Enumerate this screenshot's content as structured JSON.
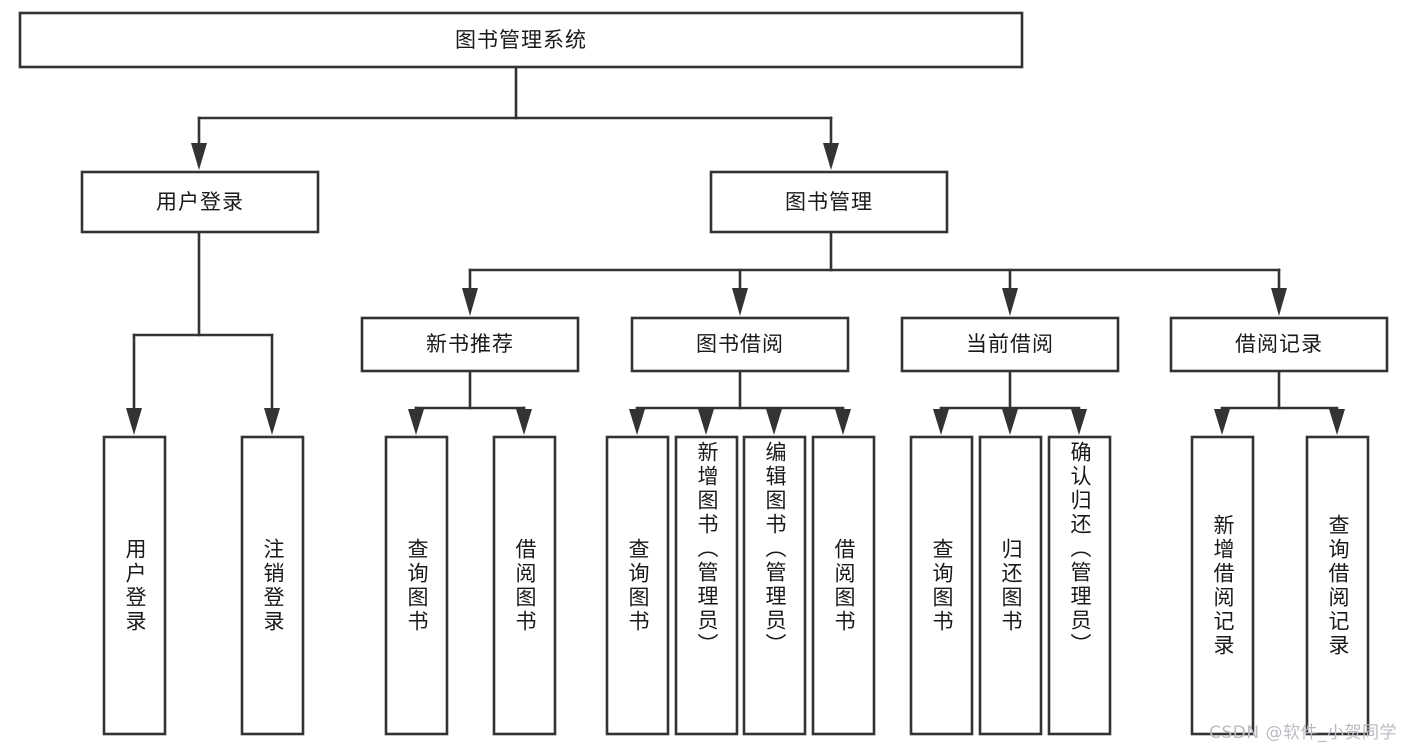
{
  "diagram": {
    "type": "tree",
    "orientation": "top-down",
    "title": "图书管理系统",
    "colors": {
      "box_fill": "#ffffff",
      "box_stroke": "#333333",
      "text": "#1a1a1a",
      "watermark": "#b9bcc2",
      "background": "#ffffff"
    },
    "root": {
      "label": "图书管理系统"
    },
    "level2": [
      {
        "label": "用户登录"
      },
      {
        "label": "图书管理"
      }
    ],
    "level3": [
      {
        "label": "新书推荐"
      },
      {
        "label": "图书借阅"
      },
      {
        "label": "当前借阅"
      },
      {
        "label": "借阅记录"
      }
    ],
    "leaves": {
      "user_login": [
        {
          "label": "用户登录"
        },
        {
          "label": "注销登录"
        }
      ],
      "new_book_recommend": [
        {
          "label": "查询图书"
        },
        {
          "label": "借阅图书"
        }
      ],
      "book_borrow": [
        {
          "label": "查询图书"
        },
        {
          "label": "新增图书（管理员）"
        },
        {
          "label": "编辑图书（管理员）"
        },
        {
          "label": "借阅图书"
        }
      ],
      "current_borrow": [
        {
          "label": "查询图书"
        },
        {
          "label": "归还图书"
        },
        {
          "label": "确认归还（管理员）"
        }
      ],
      "borrow_record": [
        {
          "label": "新增借阅记录"
        },
        {
          "label": "查询借阅记录"
        }
      ]
    }
  },
  "watermark": {
    "text": "CSDN @软件_小贺同学"
  }
}
